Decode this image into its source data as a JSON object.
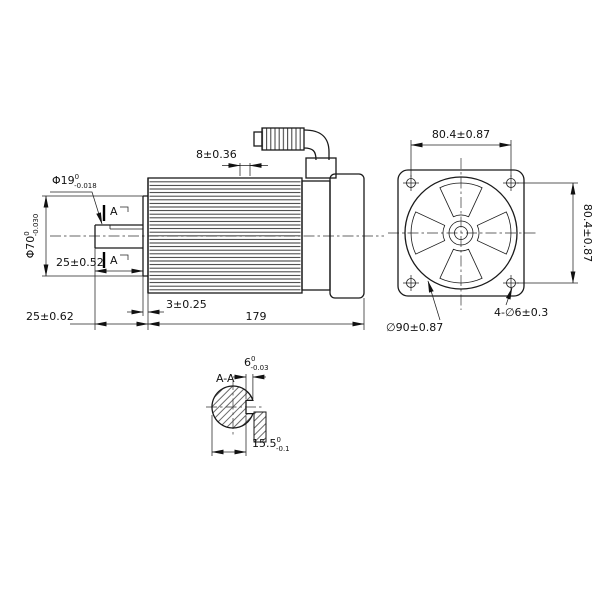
{
  "side_view": {
    "dim_top": "8±0.36",
    "shaft_dia": {
      "base": "Φ19",
      "tol_upper": "0",
      "tol_lower": "-0.018"
    },
    "pilot_dia": {
      "base": "Φ70",
      "tol_upper": "0",
      "tol_lower": "-0.030"
    },
    "shaft_length": "25±0.52",
    "front_length": "25±0.62",
    "spigot_depth": "3±0.25",
    "body_length": "179",
    "section_mark_top": "A",
    "section_mark_bottom": "A"
  },
  "end_view": {
    "hole_spacing_h": "80.4±0.87",
    "hole_spacing_v": "80.4±0.87",
    "flange_dia": "∅90±0.87",
    "mounting_holes": "4-∅6±0.3"
  },
  "section_view": {
    "title": "A-A",
    "key_width": {
      "base": "6",
      "tol_upper": "0",
      "tol_lower": "-0.03"
    },
    "key_depth": {
      "base": "15.5",
      "tol_upper": "0",
      "tol_lower": "-0.1"
    }
  }
}
